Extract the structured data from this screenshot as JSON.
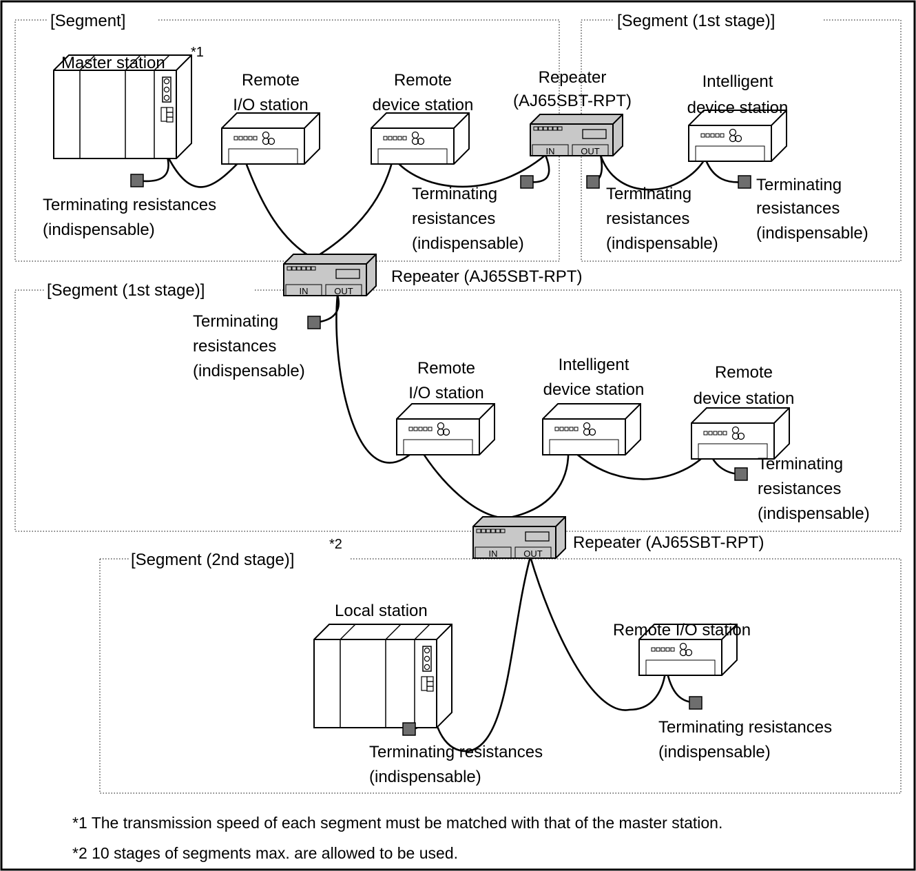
{
  "segments": {
    "top_left": "[Segment]",
    "top_right": "[Segment (1st stage)]",
    "middle": "[Segment (1st stage)]",
    "bottom": "[Segment (2nd stage)]",
    "bottom_note_mark": "*2"
  },
  "stations": {
    "master": "Master station",
    "master_note_mark": "*1",
    "remote_io_1": [
      "Remote",
      "I/O station"
    ],
    "remote_device_1": [
      "Remote",
      "device station"
    ],
    "repeater_top": [
      "Repeater",
      "(AJ65SBT-RPT)"
    ],
    "intelligent_1": [
      "Intelligent",
      "device station"
    ],
    "repeater_1": "Repeater (AJ65SBT-RPT)",
    "remote_io_2": [
      "Remote",
      "I/O station"
    ],
    "intelligent_2": [
      "Intelligent",
      "device station"
    ],
    "remote_device_2": [
      "Remote",
      "device station"
    ],
    "repeater_2": "Repeater (AJ65SBT-RPT)",
    "local": "Local station",
    "remote_io_3": "Remote I/O station"
  },
  "repeater_ports": {
    "in": "IN",
    "out": "OUT"
  },
  "terminators": {
    "t1": [
      "Terminating resistances",
      "(indispensable)"
    ],
    "t2": [
      "Terminating",
      "resistances",
      "(indispensable)"
    ],
    "t3": [
      "Terminating",
      "resistances",
      "(indispensable)"
    ],
    "t4": [
      "Terminating",
      "resistances",
      "(indispensable)"
    ],
    "t5": [
      "Terminating",
      "resistances",
      "(indispensable)"
    ],
    "t6": [
      "Terminating",
      "resistances",
      "(indispensable)"
    ],
    "t7": [
      "Terminating resistances",
      "(indispensable)"
    ],
    "t8": [
      "Terminating resistances",
      "(indispensable)"
    ]
  },
  "notes": {
    "note1": "*1 The transmission speed of each segment must be matched with that of the master station.",
    "note2": "*2 10 stages of segments max. are allowed to be used."
  }
}
